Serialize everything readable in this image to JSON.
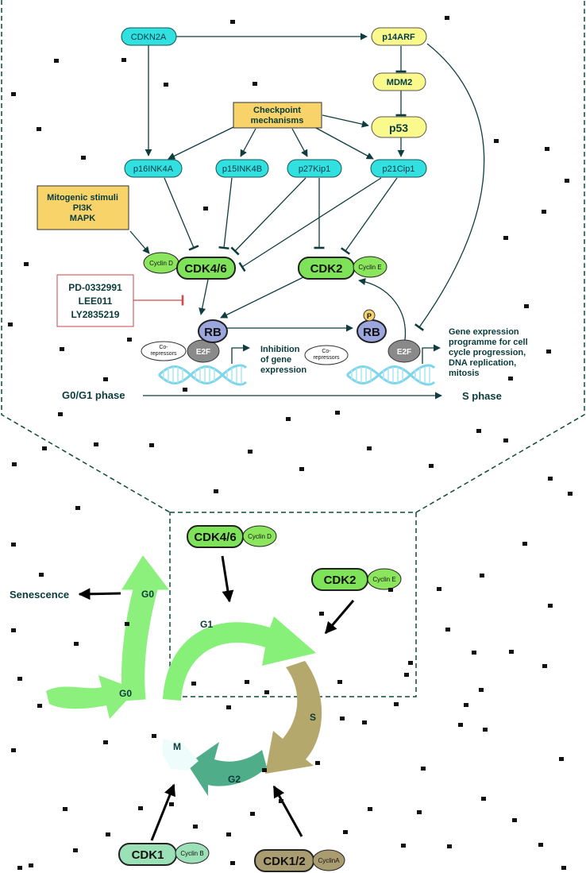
{
  "top_panel": {
    "genes": {
      "cdkn2a": "CDKN2A",
      "p14arf": "p14ARF",
      "mdm2": "MDM2",
      "p53": "p53",
      "p16": "p16INK4A",
      "p15": "p15INK4B",
      "p27": "p27Kip1",
      "p21": "p21Cip1"
    },
    "checkpoint": [
      "Checkpoint",
      "mechanisms"
    ],
    "mitogenic": [
      "Mitogenic stimuli",
      "PI3K",
      "MAPK"
    ],
    "inhibitors": [
      "PD-0332991",
      "LEE011",
      "LY2835219"
    ],
    "cdk46": "CDK4/6",
    "cyclin_d": "Cyclin D",
    "cdk2": "CDK2",
    "cyclin_e": "Cyclin E",
    "rb": "RB",
    "rb_p": "RB",
    "phospho": "P",
    "e2f": "E2F",
    "e2f_right": "E2F",
    "corepressors_left": [
      "Co-",
      "repressors"
    ],
    "corepressors_right": [
      "Co-",
      "repressors"
    ],
    "inhibition": [
      "Inhibition",
      "of gene",
      "expression"
    ],
    "gene_program": [
      "Gene expression",
      "programme for cell",
      "cycle progression,",
      "DNA replication,",
      "mitosis"
    ],
    "phase_left": "G0/G1 phase",
    "phase_right": "S phase"
  },
  "bottom_panel": {
    "cdk46": "CDK4/6",
    "cyclin_d": "Cyclin D",
    "cdk2": "CDK2",
    "cyclin_e": "Cyclin E",
    "cdk1": "CDK1",
    "cyclin_b": "Cyclin B",
    "cdk12": "CDK1/2",
    "cyclin_a": "CyclinA",
    "senescence": "Senescence",
    "phases": {
      "g0_top": "G0",
      "g0_left": "G0",
      "g1": "G1",
      "s": "S",
      "g2": "G2",
      "m": "M"
    }
  },
  "colors": {
    "cyan": "#33e0e0",
    "yellow": "#fafa8c",
    "orange": "#f7d36a",
    "cdk_green": "#7fe35a",
    "cyclin_green": "#8be65e",
    "rb": "#9aa6dc",
    "e2f": "#8a8a8a",
    "g1_green": "#86f079",
    "s_olive": "#b5a86c",
    "g2_teal": "#4fad8a",
    "cdk12_olive": "#a99c70",
    "cdk1_mint": "#9be0b6"
  }
}
